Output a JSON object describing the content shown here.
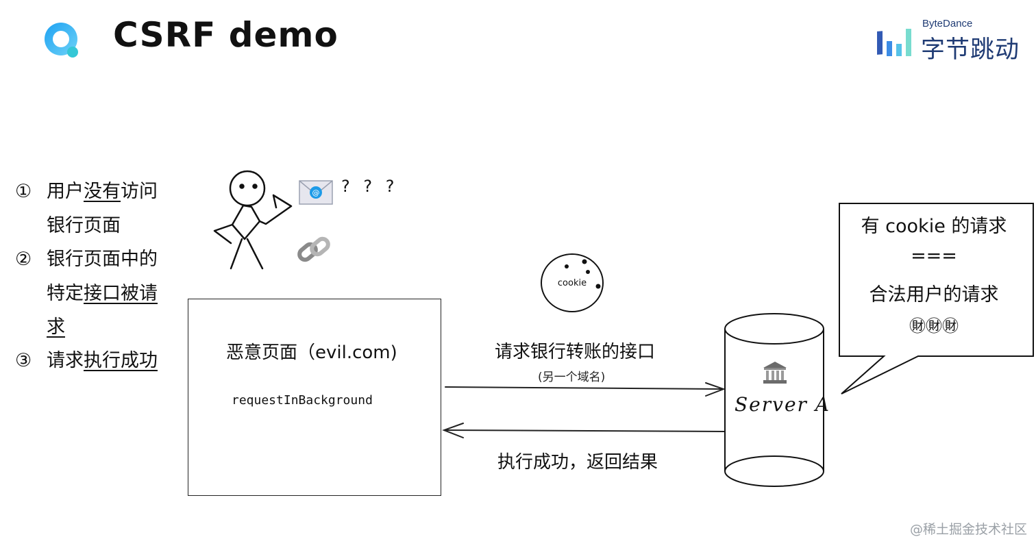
{
  "header": {
    "title": "CSRF demo",
    "brand_en": "ByteDance",
    "brand_cn": "字节跳动",
    "logo_color": "#3ab4f2",
    "brand_color": "#1f3b74"
  },
  "steps": [
    {
      "num": "①",
      "line1_a": "用户",
      "line1_u": "没有",
      "line1_b": "访问",
      "line2": "银行页面"
    },
    {
      "num": "②",
      "line1": "银行页面中的",
      "line2_a": "特定",
      "line2_u": "接口被请",
      "line3_u": "求"
    },
    {
      "num": "③",
      "line1_a": "请求",
      "line1_u": "执行成功"
    }
  ],
  "doodle": {
    "question_marks": "? ? ?",
    "icons": [
      "stick-figure-icon",
      "envelope-icon",
      "link-chain-icon"
    ]
  },
  "evil_page": {
    "title": "恶意页面（evil.com)",
    "code": "requestInBackground"
  },
  "cookie": {
    "label": "cookie"
  },
  "request": {
    "label": "请求银行转账的接口",
    "sub": "(另一个域名)"
  },
  "response": {
    "label": "执行成功，返回结果"
  },
  "server": {
    "label": "Server A",
    "icon": "bank-icon"
  },
  "bubble": {
    "line1": "有 cookie 的请求",
    "line2": "===",
    "line3": "合法用户的请求",
    "line4": "㊖㊖㊖"
  },
  "watermark": "@稀土掘金技术社区"
}
